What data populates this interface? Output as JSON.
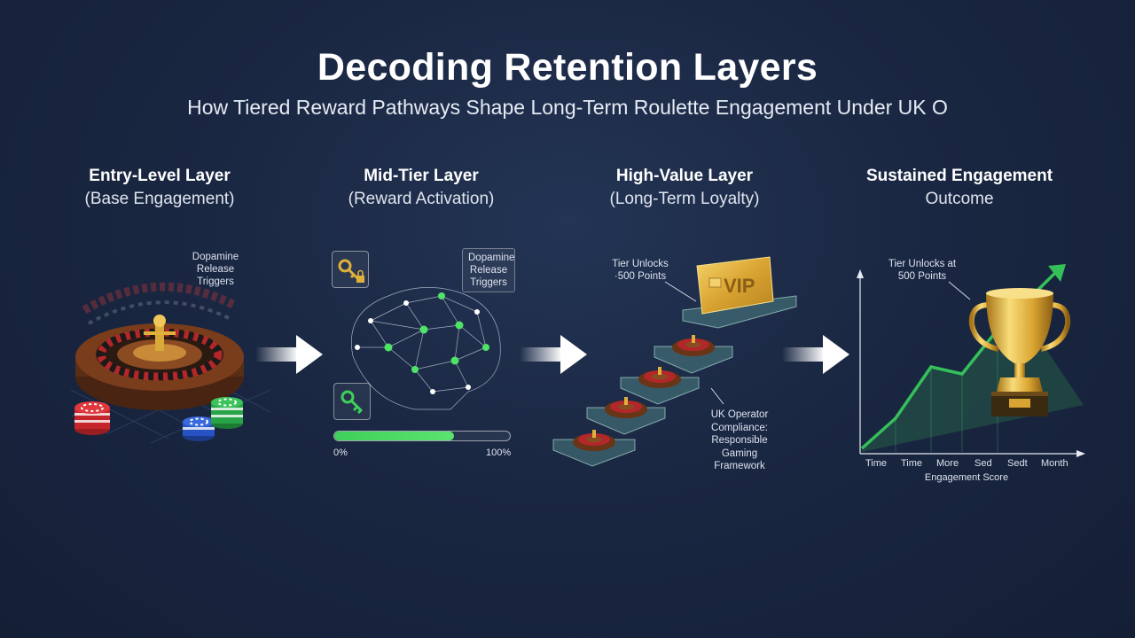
{
  "title": "Decoding Retention Layers",
  "subtitle": "How Tiered Reward Pathways Shape Long-Term Roulette Engagement Under UK O",
  "layers": [
    {
      "heading": "Entry-Level Layer",
      "sub": "(Base Engagement)"
    },
    {
      "heading": "Mid-Tier Layer",
      "sub": "(Reward Activation)"
    },
    {
      "heading": "High-Value Layer",
      "sub": "(Long-Term Loyalty)"
    },
    {
      "heading": "Sustained Engagement",
      "sub": "Outcome"
    }
  ],
  "entry": {
    "label": [
      "Dopamine",
      "Release",
      "Triggers"
    ],
    "icons": [
      "roulette-wheel-icon",
      "casino-chips-icon"
    ]
  },
  "mid": {
    "label": [
      "Dopamine",
      "Release",
      "Triggers"
    ],
    "icons": [
      "locked-key-icon",
      "unlocked-key-icon",
      "brain-network-icon"
    ],
    "progress": 0.68,
    "progress_start": "0%",
    "progress_end": "100%"
  },
  "high": {
    "tier_label": [
      "Tier Unlocks",
      "·500 Points"
    ],
    "vip_text": "VIP",
    "compliance": [
      "UK Operator",
      "Compliance:",
      "Responsible Gaming",
      "Framework"
    ],
    "icons": [
      "vip-card-icon",
      "roulette-step-icon"
    ]
  },
  "outcome": {
    "tier_label": [
      "Tier Unlocks at",
      "500 Points"
    ],
    "x_ticks": [
      "Time",
      "Time",
      "More",
      "Sed",
      "Sedt",
      "Month"
    ],
    "x_label": "Engagement Score",
    "icons": [
      "trophy-icon",
      "growth-arrow-icon"
    ]
  },
  "colors": {
    "background": "#1a2742",
    "accent_green": "#3dd05a",
    "gold": "#e0b13a",
    "roulette_red": "#b3262a"
  }
}
